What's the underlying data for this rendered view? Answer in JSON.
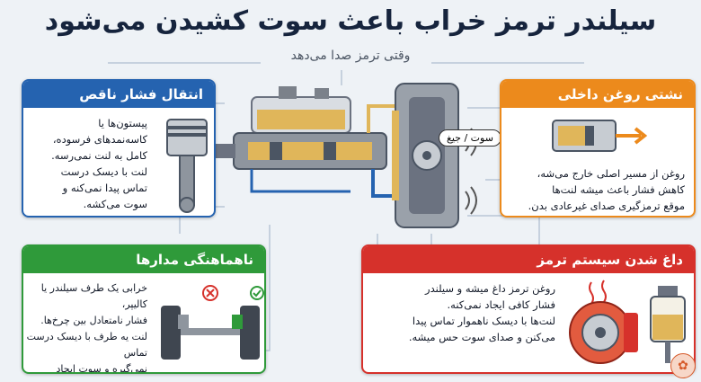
{
  "header": {
    "title": "سیلندر ترمز خراب باعث سوت کشیدن می‌شود",
    "subtitle": "وقتی ترمز صدا می‌دهد"
  },
  "center": {
    "sound_bubble": "سوت / جیغ"
  },
  "cards": {
    "pressure": {
      "title": "انتقال فشار ناقص",
      "lines": [
        "پیستون‌ها یا",
        "کاسه‌نمدهای فرسوده،",
        "کامل به لنت نمی‌رسه.",
        "لنت با دیسک درست",
        "تماس پیدا نمی‌کنه و",
        "سوت می‌کشه."
      ]
    },
    "leak": {
      "title": "نشتی روغن داخلی",
      "lines": [
        "روغن از مسیر اصلی خارج می‌شه،",
        "کاهش فشار باعث میشه لنت‌ها",
        "موقع ترمزگیری صدای غیرعادی بدن."
      ]
    },
    "balance": {
      "title": "ناهماهنگی مدارها",
      "lines": [
        "خرابی یک طرف سیلندر یا کالیپر،",
        "فشار نامتعادل بین چرخ‌ها.",
        "لنت یه طرف با دیسک درست تماس",
        "نمی‌گیره و سوت ایجاد می‌کنه."
      ]
    },
    "overheat": {
      "title": "داغ شدن سیستم ترمز",
      "lines": [
        "روغن ترمز داغ میشه و سیلندر",
        "فشار کافی ایجاد نمی‌کنه.",
        "لنت‌ها با دیسک ناهموار تماس پیدا",
        "می‌کنن و صدای سوت حس میشه."
      ]
    }
  },
  "colors": {
    "blue": "#2563b0",
    "orange": "#ec8a1c",
    "green": "#2f9a3a",
    "red": "#d6312b",
    "fluid": "#e0b65a"
  },
  "icons": [
    "piston-icon",
    "leak-cylinder-icon",
    "axle-icon",
    "hot-disc-icon",
    "fluid-reservoir-icon",
    "check-icon",
    "cross-icon",
    "logo-icon"
  ]
}
